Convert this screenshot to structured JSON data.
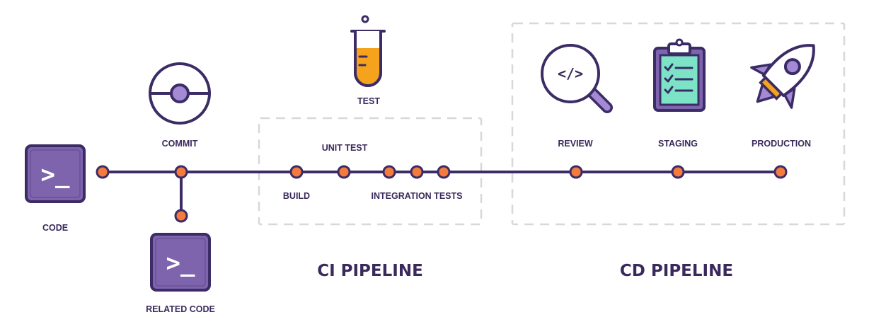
{
  "colors": {
    "dark": "#3a2a5c",
    "line": "#3b2c66",
    "node_fill": "#f47a3e",
    "node_stroke": "#3b2c66",
    "purple": "#7e63ad",
    "lavender": "#a48ad4",
    "orange": "#f5a21d",
    "teal": "#7ce3c6",
    "dashed": "#d7d7de"
  },
  "labels": {
    "code": "CODE",
    "related_code": "RELATED CODE",
    "commit": "COMMIT",
    "test": "TEST",
    "unit_test": "UNIT TEST",
    "build": "BUILD",
    "integration_tests": "INTEGRATION TESTS",
    "review": "REVIEW",
    "staging": "STAGING",
    "production": "PRODUCTION"
  },
  "titles": {
    "ci": "CI PIPELINE",
    "cd": "CD PIPELINE"
  },
  "icons": {
    "terminal_prompt": ">_",
    "code_symbol": "</>",
    "terminal": "terminal-icon",
    "commit": "commit-icon",
    "test": "test-tube-icon",
    "review": "code-review-magnifier-icon",
    "staging": "clipboard-checklist-icon",
    "production": "rocket-icon"
  }
}
